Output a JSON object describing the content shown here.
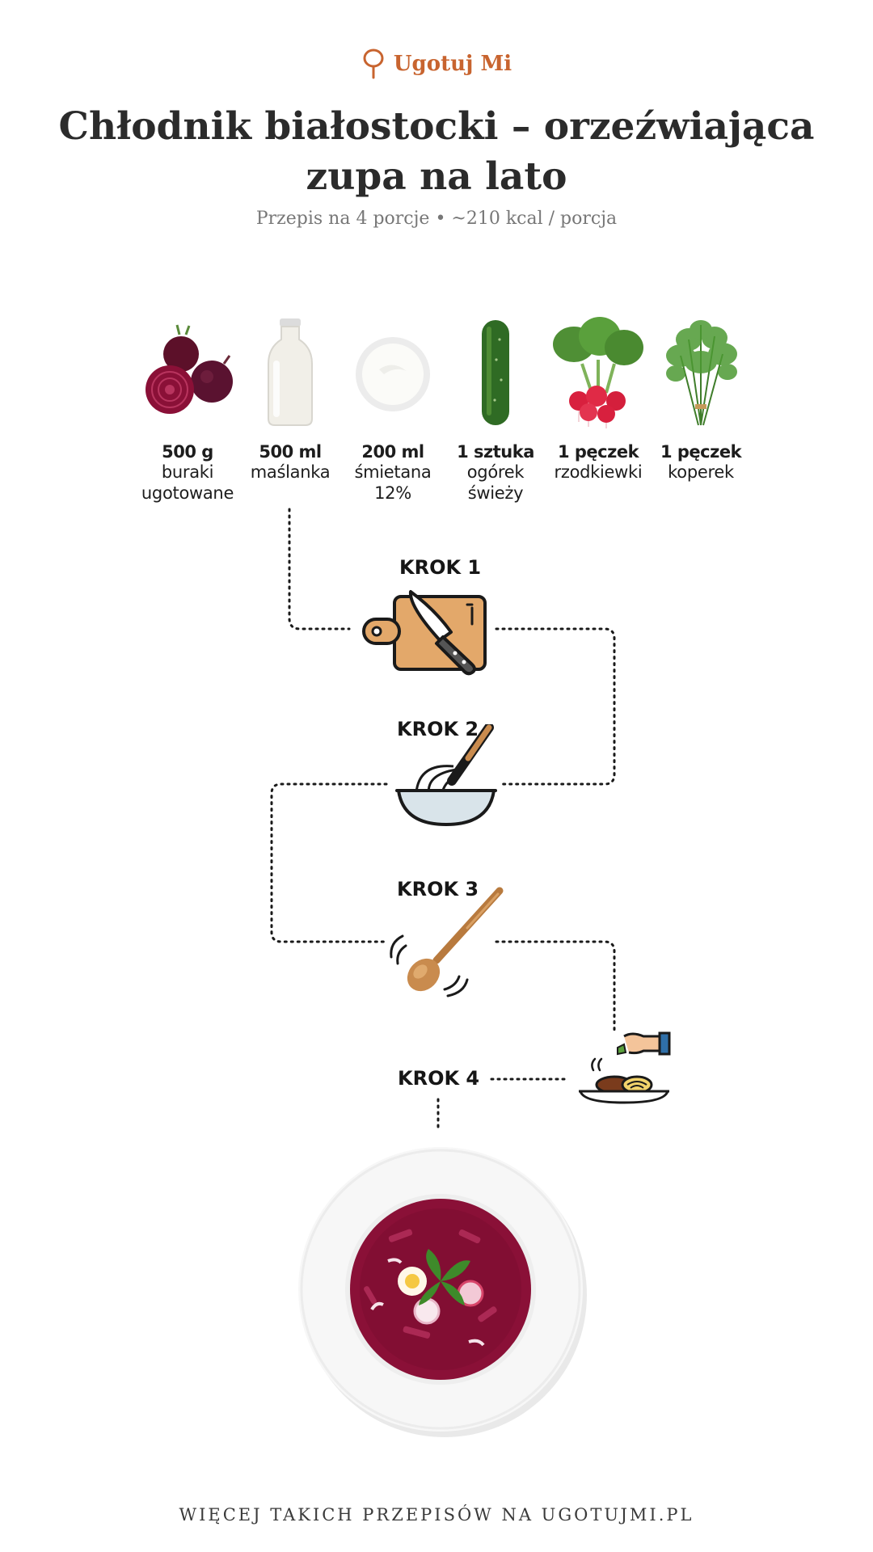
{
  "brand": {
    "name": "Ugotuj Mi"
  },
  "recipe": {
    "title": "Chłodnik białostocki – orzeźwiająca zupa na lato",
    "subtitle": "Przepis na 4 porcje • ~210 kcal / porcja"
  },
  "ingredients": [
    {
      "quantity": "500 g",
      "name": "buraki\nugotowane",
      "icon": "beets-icon"
    },
    {
      "quantity": "500 ml",
      "name": "maślanka",
      "icon": "milk-bottle-icon"
    },
    {
      "quantity": "200 ml",
      "name": "śmietana\n12%",
      "icon": "cream-bowl-icon"
    },
    {
      "quantity": "1 sztuka",
      "name": "ogórek\nświeży",
      "icon": "cucumber-icon"
    },
    {
      "quantity": "1 pęczek",
      "name": "rzodkiewki",
      "icon": "radish-icon"
    },
    {
      "quantity": "1 pęczek",
      "name": "koperek",
      "icon": "dill-icon"
    }
  ],
  "steps": [
    {
      "label": "KROK 1",
      "icon": "cutting-board-knife-icon"
    },
    {
      "label": "KROK 2",
      "icon": "whisk-bowl-icon"
    },
    {
      "label": "KROK 3",
      "icon": "wooden-spoon-icon"
    },
    {
      "label": "KROK 4",
      "icon": "plating-garnish-icon"
    }
  ],
  "final_dish": {
    "icon": "beet-soup-plate-icon"
  },
  "footer": {
    "text": "WIĘCEJ TAKICH PRZEPISÓW NA UGOTUJMI.PL"
  },
  "colors": {
    "brand": "#c8642f",
    "beet": "#8a1037",
    "board": "#e3a86a",
    "text": "#2b2b2b"
  }
}
